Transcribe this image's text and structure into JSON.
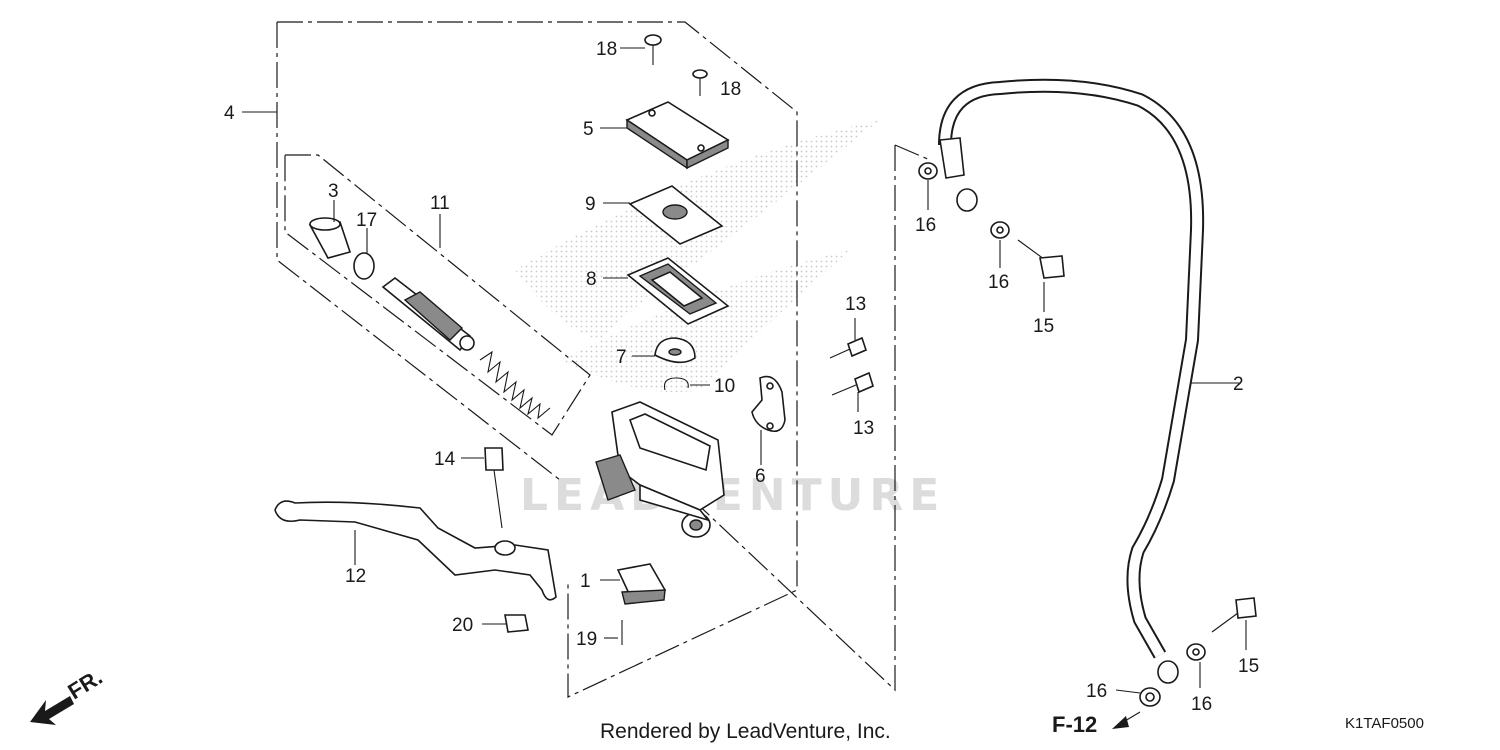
{
  "diagram": {
    "part_numbers": {
      "n1": "1",
      "n2": "2",
      "n3": "3",
      "n4": "4",
      "n5": "5",
      "n6": "6",
      "n7": "7",
      "n8": "8",
      "n9": "9",
      "n10": "10",
      "n11": "11",
      "n12": "12",
      "n13a": "13",
      "n13b": "13",
      "n14": "14",
      "n15a": "15",
      "n15b": "15",
      "n16a": "16",
      "n16b": "16",
      "n16c": "16",
      "n16d": "16",
      "n17": "17",
      "n18a": "18",
      "n18b": "18",
      "n19": "19",
      "n20": "20"
    },
    "reference": "F-12",
    "direction": "FR.",
    "watermark": "LEADVENTURE",
    "footer": "Rendered by LeadVenture, Inc.",
    "diagram_code": "K1TAF0500"
  },
  "colors": {
    "line": "#1a1a1a",
    "part_fill": "#ffffff",
    "shade": "#8a8a8a",
    "watermark": "#dcdcdc"
  }
}
